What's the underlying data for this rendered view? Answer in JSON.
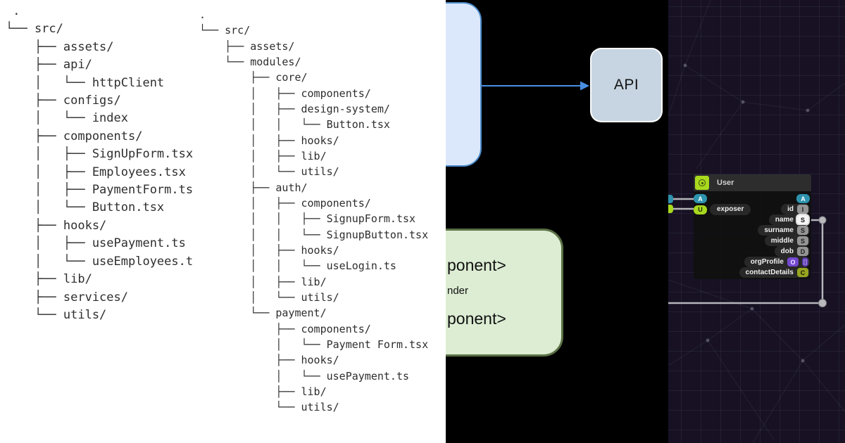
{
  "trees": {
    "flat": " .\n└── src/\n    ├── assets/\n    ├── api/\n    │   └── httpClient\n    ├── configs/\n    │   └── index\n    ├── components/\n    │   ├── SignUpForm.tsx\n    │   ├── Employees.tsx\n    │   ├── PaymentForm.ts\n    │   └── Button.tsx\n    ├── hooks/\n    │   ├── usePayment.ts\n    │   └── useEmployees.t\n    ├── lib/\n    ├── services/\n    └── utils/",
    "modular": ".\n└── src/\n    ├── assets/\n    └── modules/\n        ├── core/\n        │   ├── components/\n        │   ├── design-system/\n        │   │   └── Button.tsx\n        │   ├── hooks/\n        │   ├── lib/\n        │   └── utils/\n        ├── auth/\n        │   ├── components/\n        │   │   ├── SignupForm.tsx\n        │   │   └── SignupButton.tsx\n        │   ├── hooks/\n        │   │   └── useLogin.ts\n        │   ├── lib/\n        │   └── utils/\n        └── payment/\n            ├── components/\n            │   └── Payment Form.tsx\n            ├── hooks/\n            │   └── usePayment.ts\n            ├── lib/\n            └── utils/"
  },
  "diagram": {
    "api_label": "API",
    "snippet_lines": [
      "ponent>",
      "nder",
      "ponent>"
    ]
  },
  "graph": {
    "node": {
      "title": "User",
      "output_badge": "A",
      "left_ports": [
        {
          "badge": "A"
        },
        {
          "badge": "U",
          "label": "exposer"
        }
      ],
      "fields": [
        {
          "label": "id",
          "badge": "I"
        },
        {
          "label": "name",
          "badge": "S"
        },
        {
          "label": "surname",
          "badge": "S"
        },
        {
          "label": "middle",
          "badge": "S"
        },
        {
          "label": "dob",
          "badge": "D"
        },
        {
          "label": "orgProfile",
          "badge": "O",
          "list_marker": "[]"
        },
        {
          "label": "contactDetails",
          "badge": "C"
        }
      ]
    }
  },
  "colors": {
    "lime": "#a8d91e",
    "teal": "#2d93ad",
    "badge_gray": "#949494",
    "badge_purple": "#7448d0",
    "badge_olive": "#97a61f",
    "arrow_blue": "#4a90e2",
    "blue_box_fill": "#dbe7fb",
    "blue_box_border": "#4a8ac9",
    "api_fill": "#c7d5e2",
    "green_fill": "#dcedd3",
    "green_border": "#5a7045",
    "graph_bg": "#171123",
    "edge_gray": "#b5b5ba"
  }
}
